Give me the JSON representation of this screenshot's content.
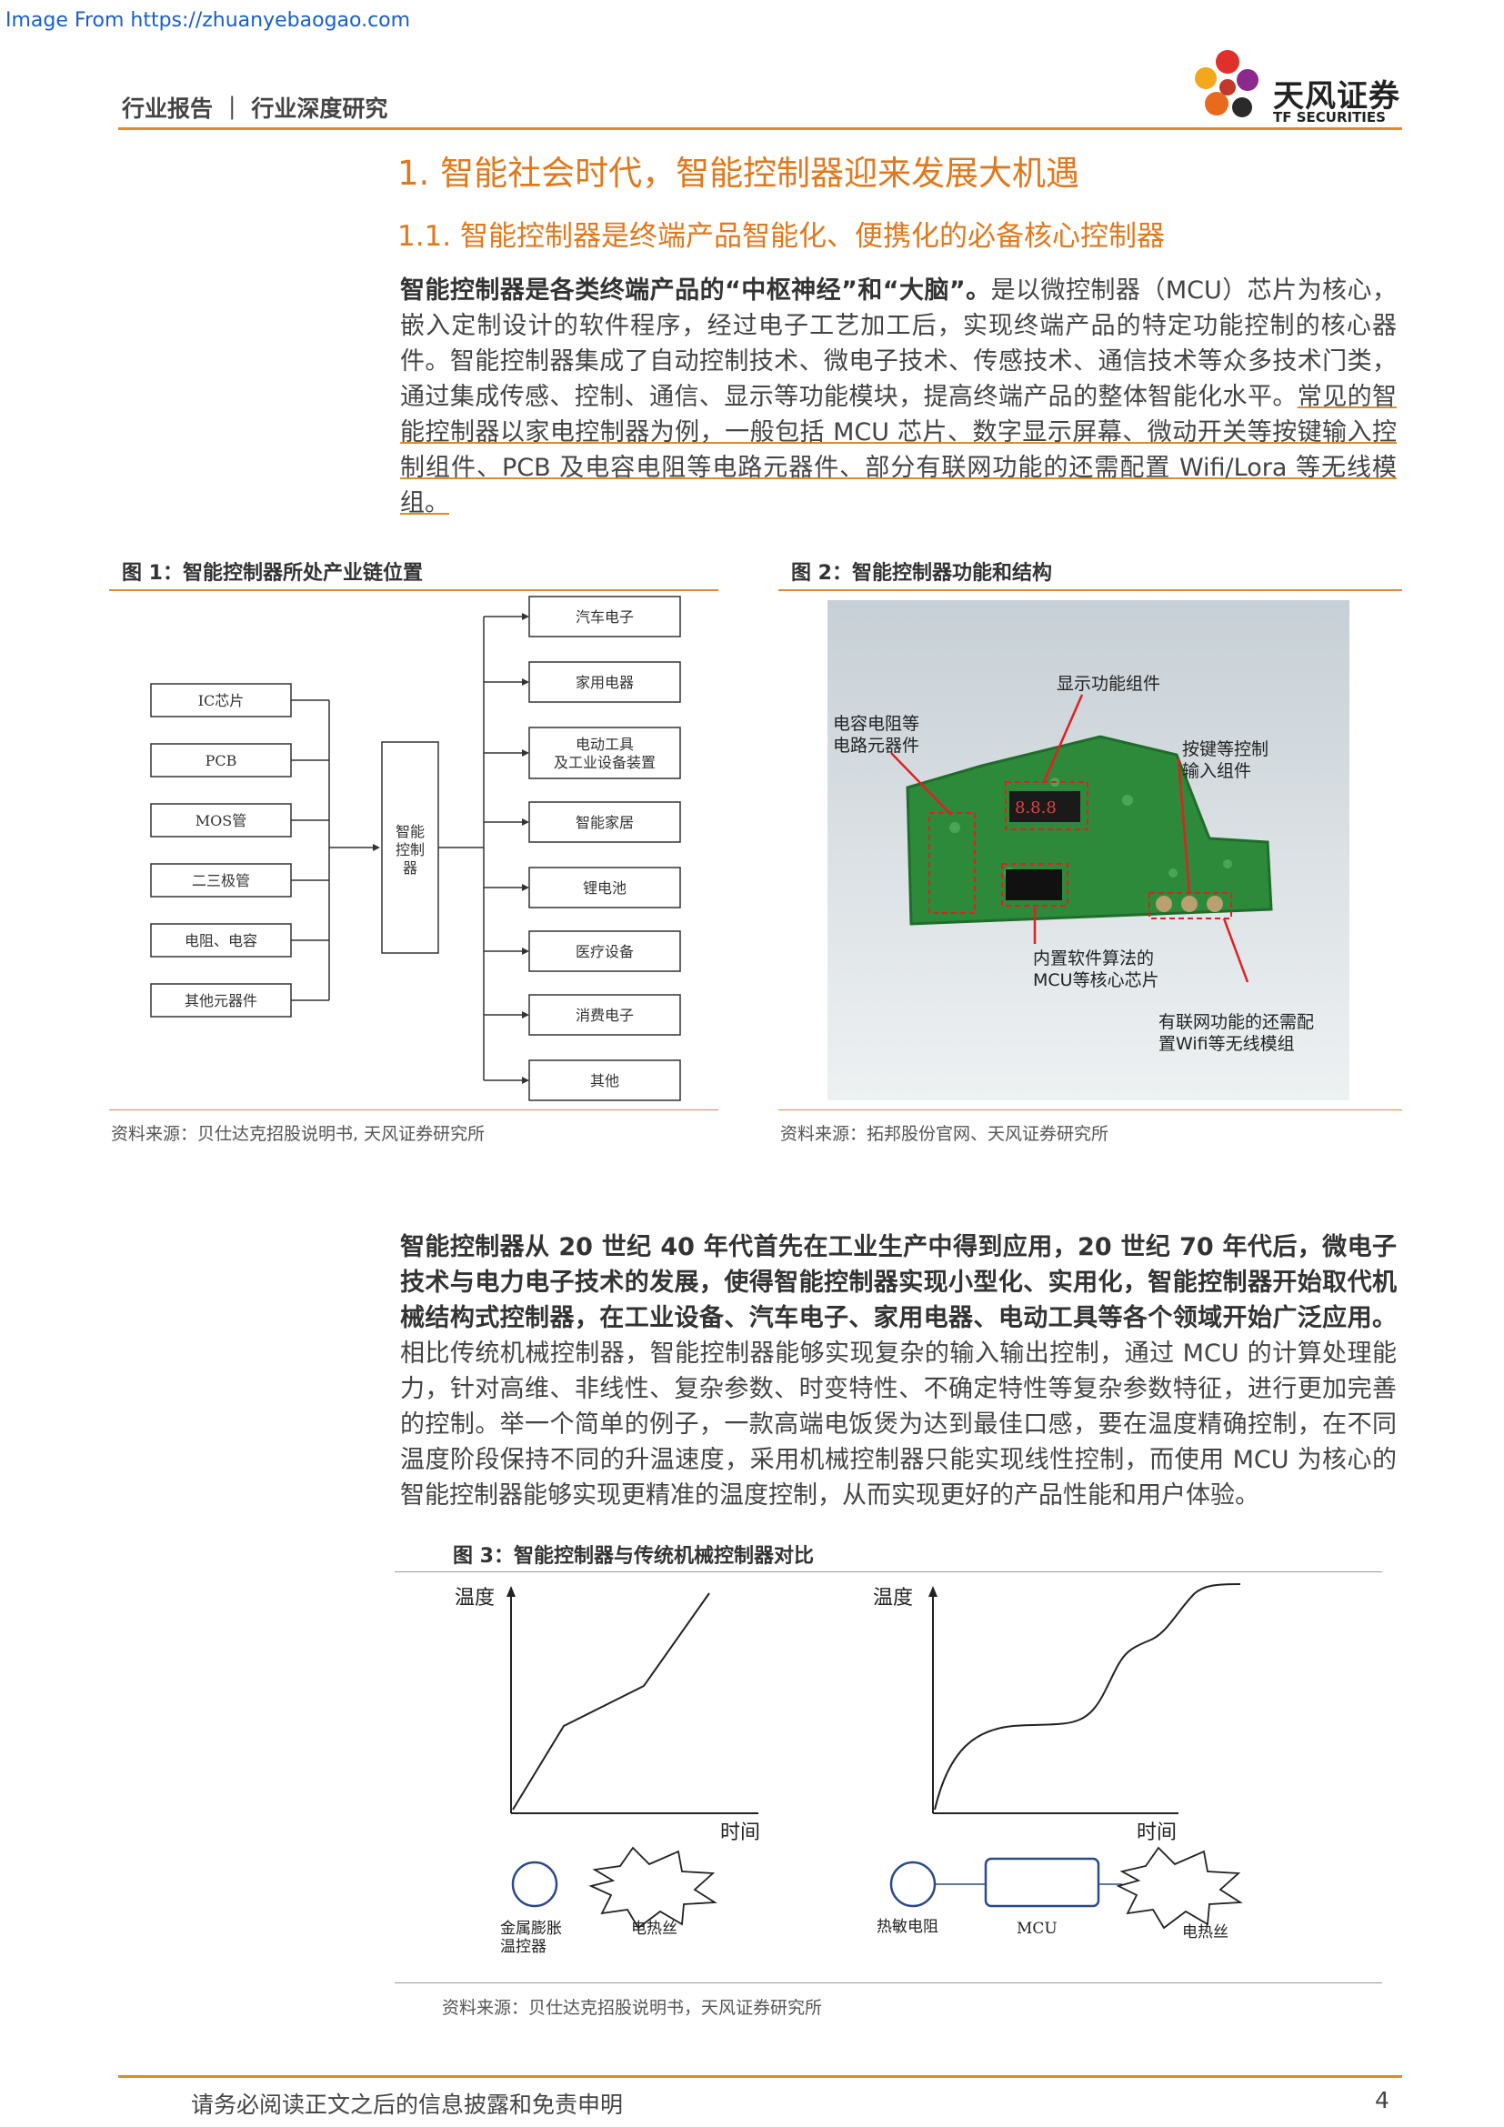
{
  "watermark": "Image From https://zhuanyebaogao.com",
  "header": {
    "title": "行业报告 ｜ 行业深度研究",
    "logo_name": "天风证券",
    "logo_sub": "TF SECURITIES",
    "accent": "#e08a2c"
  },
  "section": {
    "h1": "1. 智能社会时代，智能控制器迎来发展大机遇",
    "h2": "1.1. 智能控制器是终端产品智能化、便携化的必备核心控制器"
  },
  "para1": {
    "bold": "智能控制器是各类终端产品的“中枢神经”和“大脑”。",
    "text": "是以微控制器（MCU）芯片为核心，嵌入定制设计的软件程序，经过电子工艺加工后，实现终端产品的特定功能控制的核心器件。智能控制器集成了自动控制技术、微电子技术、传感技术、通信技术等众多技术门类，通过集成传感、控制、通信、显示等功能模块，提高终端产品的整体智能化水平。",
    "underlined": "常见的智能控制器以家电控制器为例，一般包括 MCU 芯片、数字显示屏幕、微动开关等按键输入控制组件、PCB 及电容电阻等电路元器件、部分有联网功能的还需配置 Wifi/Lora 等无线模组。"
  },
  "fig1": {
    "title": "图 1：智能控制器所处产业链位置",
    "inputs": [
      "IC芯片",
      "PCB",
      "MOS管",
      "二三极管",
      "电阻、电容",
      "其他元器件"
    ],
    "center": [
      "智能",
      "控制",
      "器"
    ],
    "outputs": [
      "汽车电子",
      "家用电器",
      "电动工具",
      "及工业设备装置",
      "智能家居",
      "锂电池",
      "医疗设备",
      "消费电子",
      "其他"
    ],
    "source": "资料来源：贝仕达克招股说明书, 天风证券研究所"
  },
  "fig2": {
    "title": "图 2：智能控制器功能和结构",
    "labels": {
      "display": "显示功能组件",
      "resistor1": "电容电阻等",
      "resistor2": "电路元器件",
      "key1": "按键等控制",
      "key2": "输入组件",
      "mcu1": "内置软件算法的",
      "mcu2": "MCU等核心芯片",
      "wifi1": "有联网功能的还需配",
      "wifi2": "置Wifi等无线模组"
    },
    "source": "资料来源：拓邦股份官网、天风证券研究所"
  },
  "para2": {
    "bold": "智能控制器从 20 世纪 40 年代首先在工业生产中得到应用，20 世纪 70 年代后，微电子技术与电力电子技术的发展，使得智能控制器实现小型化、实用化，智能控制器开始取代机械结构式控制器，在工业设备、汽车电子、家用电器、电动工具等各个领域开始广泛应用。",
    "text": "相比传统机械控制器，智能控制器能够实现复杂的输入输出控制，通过 MCU 的计算处理能力，针对高维、非线性、复杂参数、时变特性、不确定特性等复杂参数特征，进行更加完善的控制。举一个简单的例子，一款高端电饭煲为达到最佳口感，要在温度精确控制，在不同温度阶段保持不同的升温速度，采用机械控制器只能实现线性控制，而使用 MCU 为核心的智能控制器能够实现更精准的温度控制，从而实现更好的产品性能和用户体验。"
  },
  "fig3": {
    "title": "图 3：智能控制器与传统机械控制器对比",
    "ylabel": "温度",
    "xlabel": "时间",
    "left": {
      "sensor1": "金属膨胀",
      "sensor2": "温控器",
      "heater": "电热丝"
    },
    "right": {
      "sensor": "热敏电阻",
      "mcu": "MCU",
      "heater": "电热丝"
    },
    "source": "资料来源：贝仕达克招股说明书，天风证券研究所"
  },
  "footer": {
    "disclaimer": "请务必阅读正文之后的信息披露和免责申明",
    "page": "4"
  }
}
